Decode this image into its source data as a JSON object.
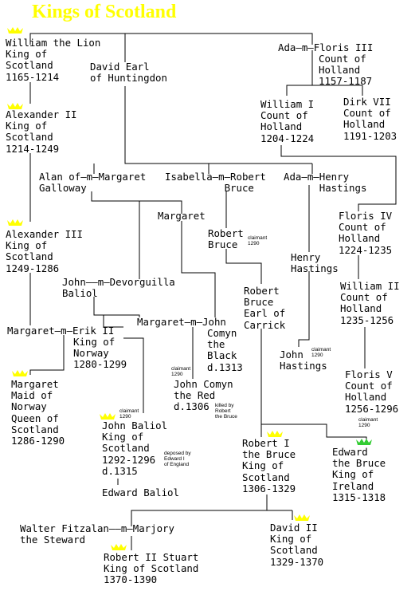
{
  "title": "Kings of Scotland",
  "colors": {
    "title": "#ffff00",
    "crown": "#ffff00",
    "crown_ireland": "#33cc33",
    "lines": "#000000"
  },
  "people": {
    "william_lion": "William the Lion\nKing of\nScotland\n1165-1214",
    "david_earl": "David Earl\nof Huntingdon",
    "ada_floris": "Ada—m—Floris III",
    "floris3_title": "Count of\nHolland\n1157-1187",
    "william1": "William I\nCount of\nHolland\n1204-1224",
    "dirk7": "Dirk VII\nCount of\nHolland\n1191-1203",
    "alexander2": "Alexander II\nKing of\nScotland\n1214-1249",
    "alan_margaret": "Alan of—m—Margaret\nGalloway",
    "isabella_robert": "Isabella—m—Robert\n          Bruce",
    "ada_henry": "Ada—m—Henry\n      Hastings",
    "alexander3": "Alexander III\nKing of\nScotland\n1249-1286",
    "margaret_galloway": "Margaret",
    "robert_bruce": "Robert\nBruce",
    "floris4": "Floris IV\nCount of\nHolland\n1224-1235",
    "henry_hastings": "Henry\nHastings",
    "john_devorguilla": "John——m—Devorguilla\nBaliol",
    "robert_carrick": "Robert\nBruce\nEarl of\nCarrick",
    "william2": "William II\nCount of\nHolland\n1235-1256",
    "margaret_erik": "Margaret—m—Erik II",
    "erik_title": "King of\nNorway\n1280-1299",
    "margaret_john": "Margaret—m—John",
    "comyn_black": "Comyn\nthe\nBlack\nd.1313",
    "john_hastings": "John\nHastings",
    "margaret_maid": "Margaret\nMaid of\nNorway\nQueen of\nScotland\n1286-1290",
    "comyn_red": "John Comyn\nthe Red\nd.1306",
    "floris5": "Floris V\nCount of\nHolland\n1256-1296",
    "john_baliol": "John Baliol\nKing of\nScotland\n1292-1296\nd.1315",
    "robert1": "Robert I\nthe Bruce\nKing of\nScotland\n1306-1329",
    "edward_bruce": "Edward\nthe Bruce\nKing of\nIreland\n1315-1318",
    "edward_baliol": "Edward Baliol",
    "walter_marjory": "Walter Fitzalan——m—Marjory\nthe Steward",
    "david2": "David II\nKing of\nScotland\n1329-1370",
    "robert2": "Robert II Stuart\nKing of Scotland\n1370-1390"
  },
  "notes": {
    "claimant": "claimant\n1290",
    "killed": "killed by\nRobert\nthe Bruce",
    "deposed": "deposed by\nEdward I\nof England"
  }
}
